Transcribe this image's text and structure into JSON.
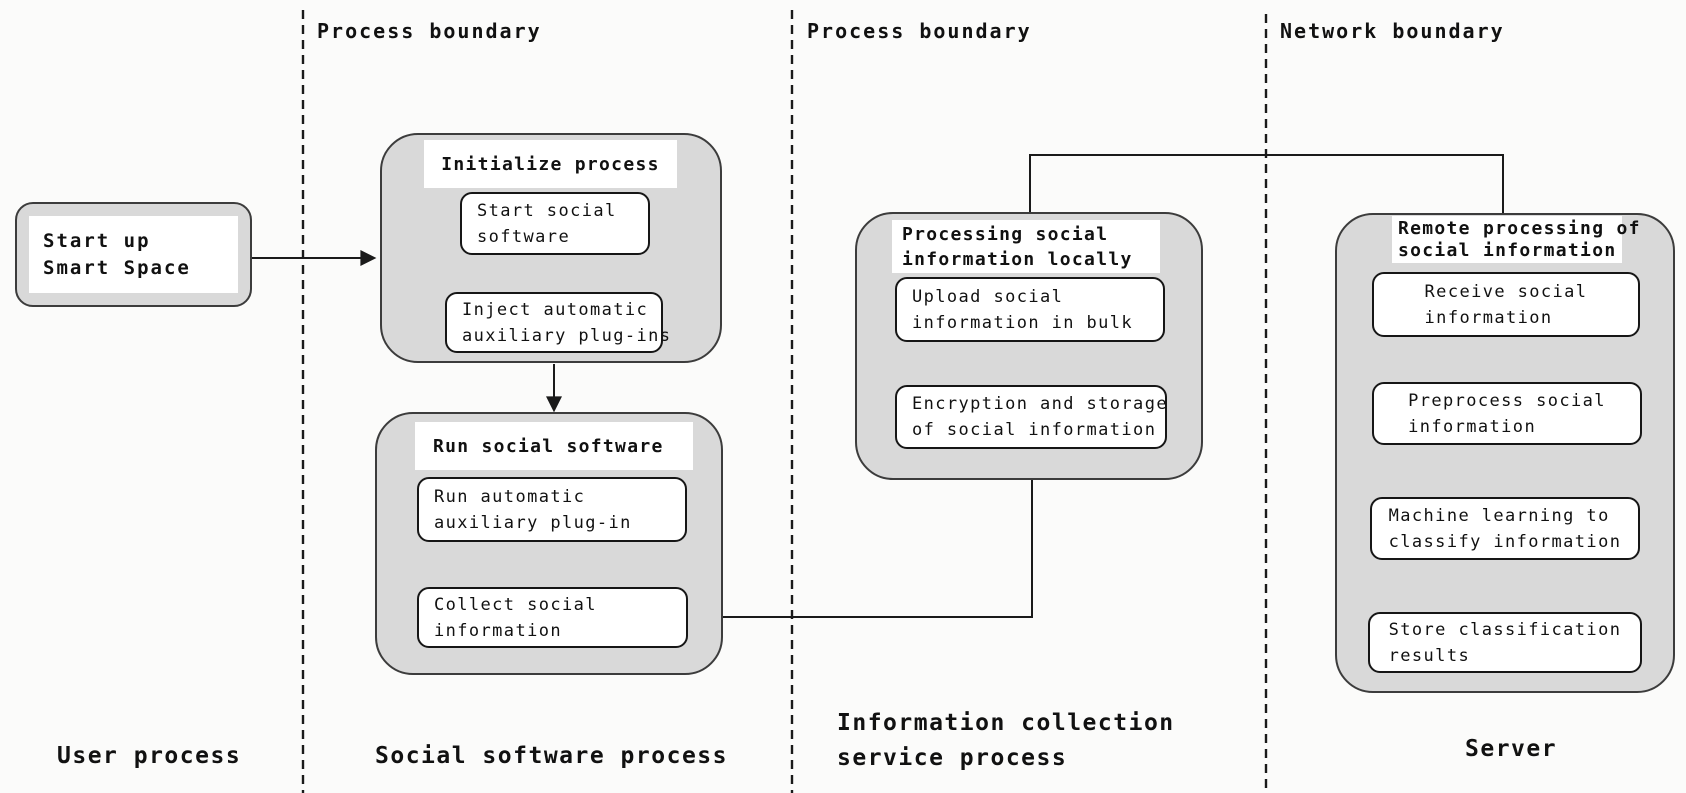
{
  "boundaries": {
    "process1": "Process boundary",
    "process2": "Process boundary",
    "network": "Network boundary"
  },
  "start_node": {
    "line1": "Start up",
    "line2": "Smart Space"
  },
  "groups": {
    "initialize": {
      "title": "Initialize process",
      "boxes": {
        "start_social": {
          "line1": "Start social",
          "line2": "software"
        },
        "inject": {
          "line1": "Inject automatic",
          "line2": "auxiliary plug-ins"
        }
      }
    },
    "run": {
      "title": "Run social software",
      "boxes": {
        "run_auto": {
          "line1": "Run automatic",
          "line2": "auxiliary plug-in"
        },
        "collect": {
          "line1": "Collect social",
          "line2": "information"
        }
      }
    },
    "local": {
      "title_line1": "Processing social",
      "title_line2": "information locally",
      "boxes": {
        "upload": {
          "line1": "Upload social",
          "line2": "information in bulk"
        },
        "encrypt": {
          "line1": "Encryption and storage",
          "line2": "of social information"
        }
      }
    },
    "server": {
      "title_line1": "Remote processing of",
      "title_line2": "social information",
      "boxes": {
        "receive": {
          "line1": "Receive social",
          "line2": "information"
        },
        "preprocess": {
          "line1": "Preprocess social",
          "line2": "information"
        },
        "classify": {
          "line1": "Machine learning to",
          "line2": "classify information"
        },
        "store": {
          "line1": "Store classification",
          "line2": "results"
        }
      }
    }
  },
  "lanes": {
    "user": "User process",
    "social": "Social software process",
    "info_line1": "Information collection",
    "info_line2": "service process",
    "server": "Server"
  },
  "colors": {
    "background": "#fbfbfa",
    "group_fill": "#d9d9d9",
    "group_border": "#3c3c3c",
    "node_fill": "#ffffff",
    "node_border": "#161616",
    "line": "#1a1a1a"
  }
}
